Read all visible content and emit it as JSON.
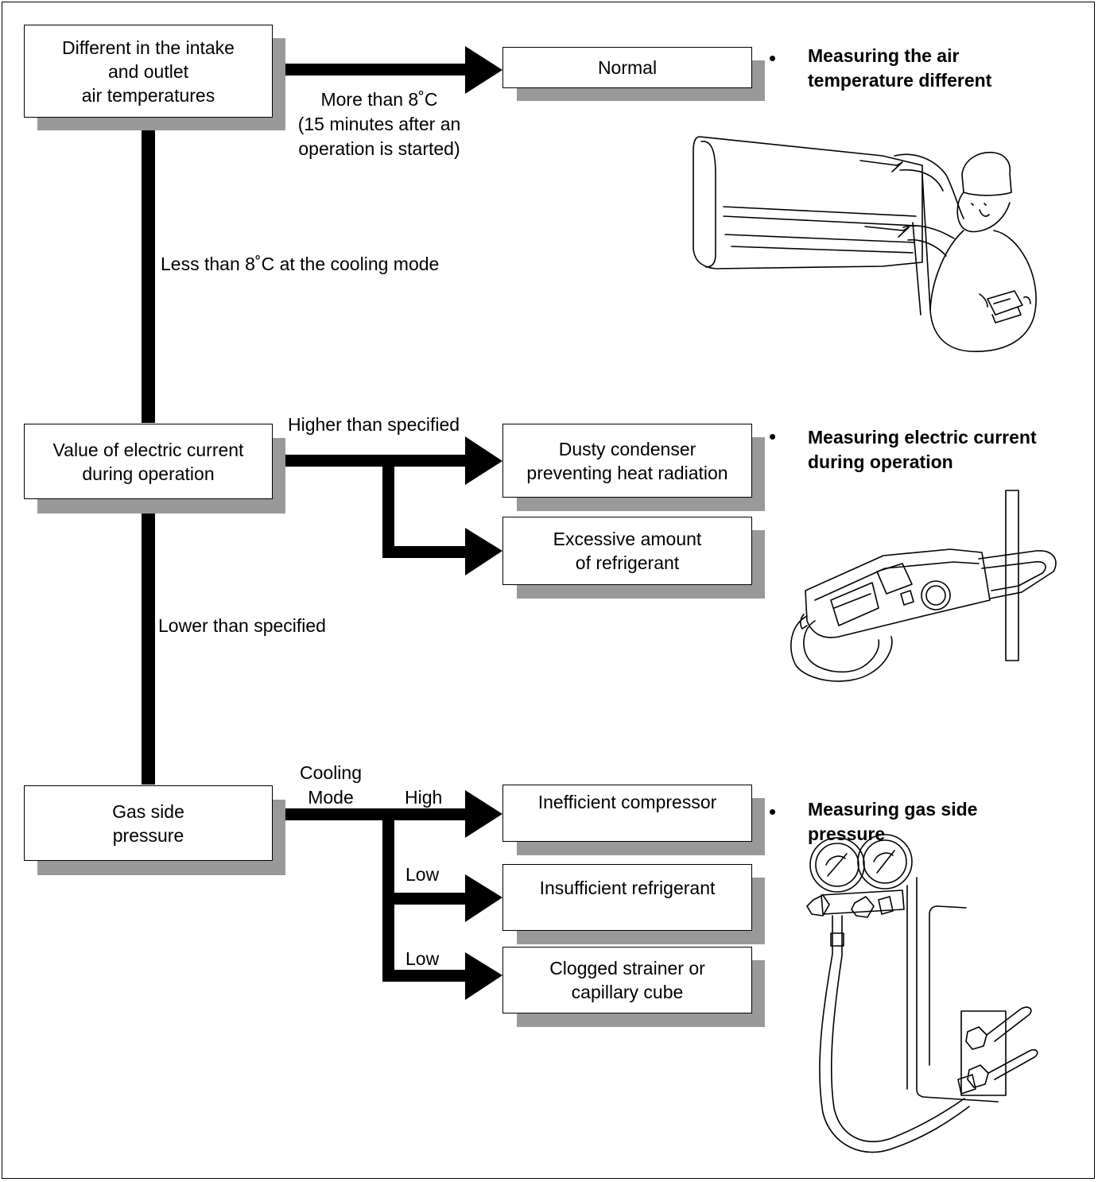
{
  "boxes": {
    "intake_outlet": "Different in the intake\nand outlet\nair temperatures",
    "electric_current": "Value of electric current\nduring operation",
    "gas_side": "Gas side\npressure",
    "normal": "Normal",
    "dusty_condenser": "Dusty condenser\npreventing heat radiation",
    "excessive_refrigerant": "Excessive amount\nof refrigerant",
    "inefficient_compressor": "Inefficient compressor",
    "insufficient_refrigerant": "Insufficient refrigerant",
    "clogged_strainer": "Clogged strainer or\ncapillary cube"
  },
  "edge_labels": {
    "more_than_8": "More than 8˚C\n(15 minutes after an\noperation is started)",
    "less_than_8": "Less than 8˚C at the cooling mode",
    "higher": "Higher than specified",
    "lower": "Lower than specified",
    "cooling_mode": "Cooling\nMode",
    "high": "High",
    "low_1": "Low",
    "low_2": "Low"
  },
  "notes": {
    "bullet": "•",
    "air_temp": "Measuring the air\ntemperature different",
    "electric": "Measuring electric current\nduring operation",
    "gas": "Measuring gas side\npressure"
  },
  "colors": {
    "line": "#000000",
    "shadow": "#999999",
    "box_fill": "#ffffff"
  }
}
